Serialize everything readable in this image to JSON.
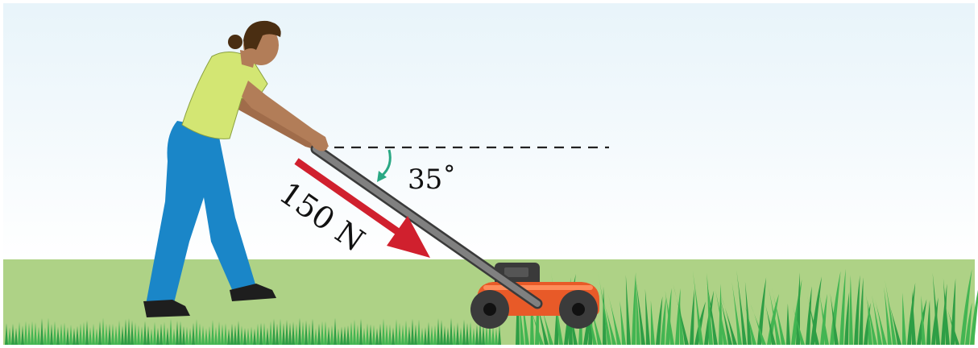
{
  "labels": {
    "force": "150 N",
    "angle": "35˚"
  },
  "physics": {
    "force_magnitude_N": 150,
    "angle_below_horizontal_deg": 35
  },
  "colors": {
    "sky_top": "#e8f4fa",
    "sky_bottom": "#ffffff",
    "ground": "#aed286",
    "grass_dark": "#2e9e45",
    "grass_light": "#43b552",
    "shirt": "#d3e673",
    "pants": "#1a86c8",
    "skin": "#b27d58",
    "hair": "#4a2e12",
    "shoes": "#1e1e1e",
    "mower_body": "#e85a28",
    "mower_trim": "#ff8c5a",
    "mower_engine": "#3a3a3a",
    "wheel": "#3b3b3b",
    "handle": "#808080",
    "force_arrow": "#d0202e",
    "angle_arrow": "#2aa884",
    "dashed_line": "#222222"
  }
}
